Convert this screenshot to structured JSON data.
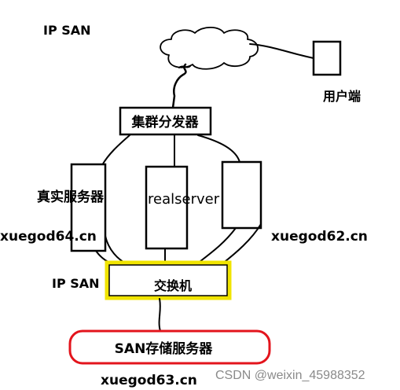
{
  "labels": {
    "ip_san_top": "IP SAN",
    "user_client": "用户端",
    "cluster_dispatcher": "集群分发器",
    "real_server_cn": "真实服务器",
    "realserver": "realserver",
    "host_left": "xuegod64.cn",
    "host_right": "xuegod62.cn",
    "ip_san_bottom": "IP SAN",
    "switch": "交换机",
    "san_storage": "SAN存储服务器",
    "host_storage": "xuegod63.cn"
  },
  "watermark": "CSDN @weixin_45988352",
  "colors": {
    "line": "#000000",
    "switch_border": "#f0e400",
    "storage_border": "#e3141c",
    "watermark": "#8a8a8a"
  }
}
